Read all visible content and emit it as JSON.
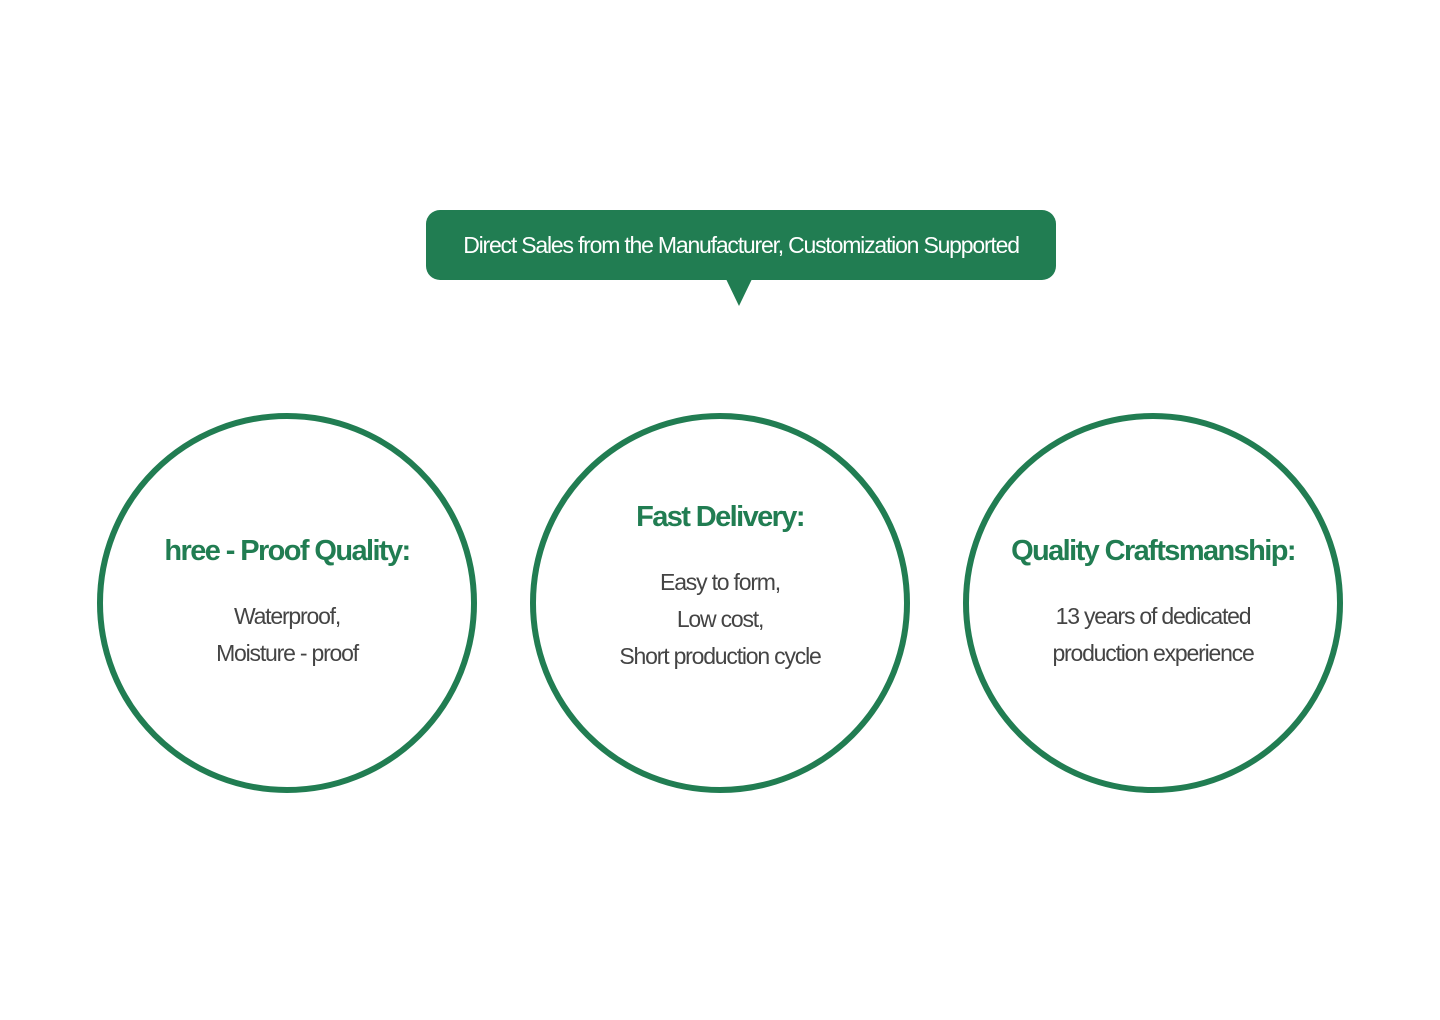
{
  "banner": {
    "text": "Direct Sales from the Manufacturer, Customization Supported",
    "color": "#217d52"
  },
  "features": [
    {
      "title": "hree - Proof Quality:",
      "lines": [
        "Waterproof,",
        "Moisture - proof"
      ]
    },
    {
      "title": "Fast Delivery:",
      "lines": [
        "Easy to form,",
        "Low cost,",
        "Short production cycle"
      ]
    },
    {
      "title": "Quality Craftsmanship:",
      "lines": [
        "13 years of dedicated",
        "production experience"
      ]
    }
  ]
}
